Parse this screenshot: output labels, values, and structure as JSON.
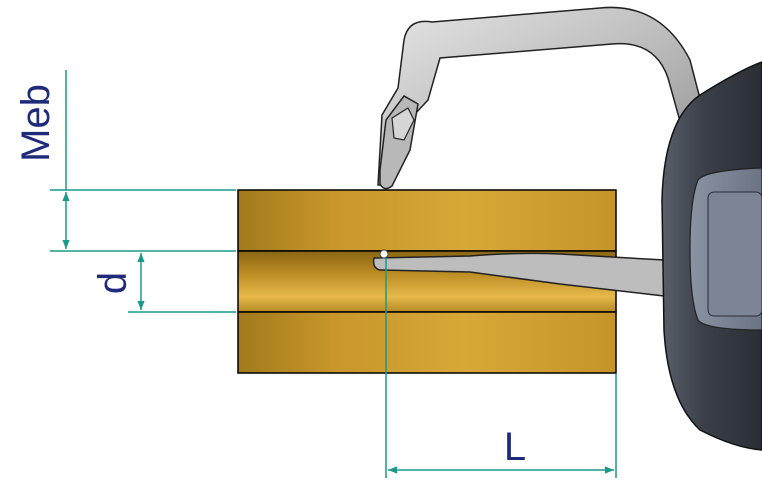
{
  "labels": {
    "meb": "Meb",
    "d": "d",
    "L": "L"
  },
  "colors": {
    "dimension": "#1a9a8a",
    "label": "#1f2a7a",
    "workpiece_light": "#d9a83a",
    "workpiece_dark": "#9c7418",
    "gauge_frame": "#c9c9c9",
    "housing": "#3e434c"
  },
  "icons": {
    "caliper": "caliper-gauge-icon",
    "workpiece": "grooved-block-icon"
  }
}
